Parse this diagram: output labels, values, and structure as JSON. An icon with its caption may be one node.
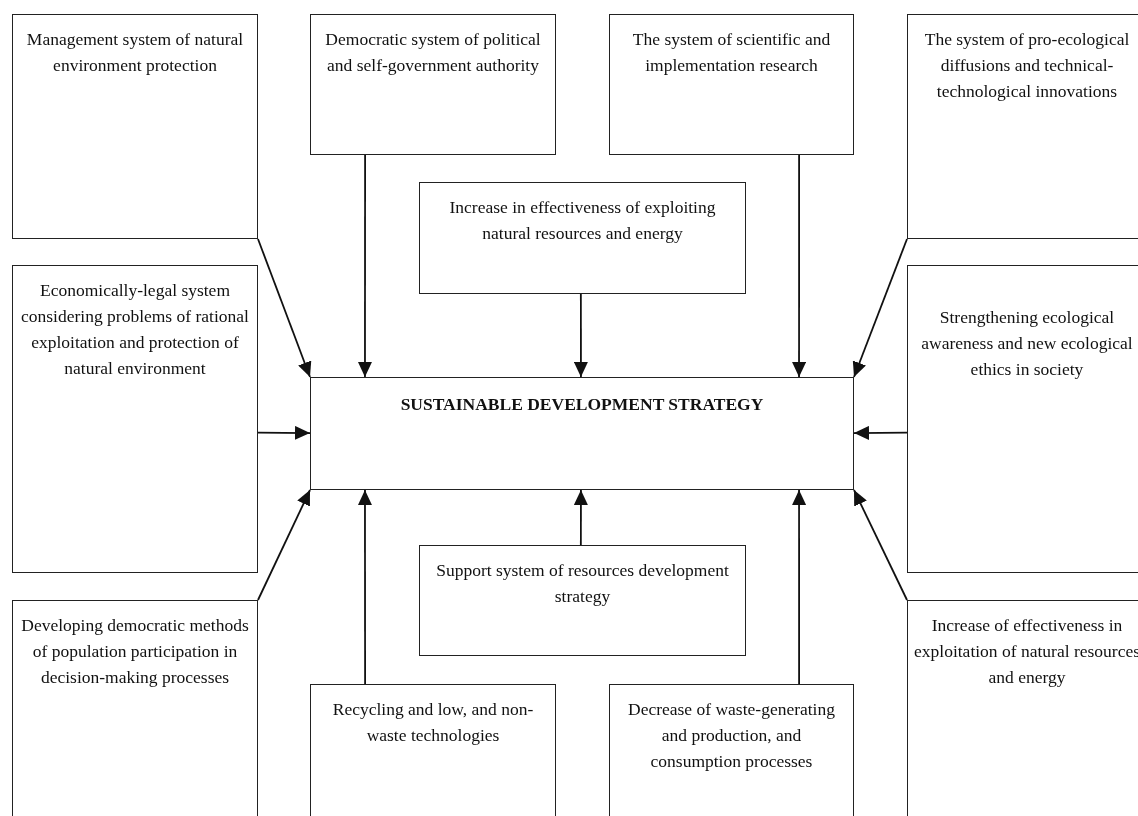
{
  "diagram": {
    "nodes": [
      {
        "text": [
          "Management system of natural environment protection"
        ]
      },
      {
        "text": [
          "Democratic system of political and self-government authority"
        ]
      },
      {
        "text": [
          "The system of scientific and implementation research"
        ]
      },
      {
        "text": [
          "The system of pro-ecological diffusions and technical-technological innovations"
        ]
      },
      {
        "text": [
          "Increase in effectiveness of exploiting natural resources and energy"
        ]
      },
      {
        "text": [
          "Economically-legal system considering problems of rational exploitation and protection of natural environment"
        ]
      },
      {
        "text": [
          "SUSTAINABLE DEVELOPMENT STRATEGY"
        ]
      },
      {
        "text": [
          "Strengthening ecological awareness and new ecological ethics in society"
        ]
      },
      {
        "text": [
          "Support system of resources development strategy"
        ]
      },
      {
        "text": [
          "Developing democratic methods of population participation in decision-making processes"
        ]
      },
      {
        "text": [
          "Recycling and low, and non-waste technologies"
        ]
      },
      {
        "text": [
          "Decrease of waste-generating and production, and consumption processes"
        ]
      },
      {
        "text": [
          "Increase of effectiveness in exploitation of natural resources and energy"
        ]
      }
    ],
    "edges": [
      {
        "from": 0,
        "to": 6,
        "arrow": "to"
      },
      {
        "from": 1,
        "to": 6,
        "arrow": "to"
      },
      {
        "from": 2,
        "to": 6,
        "arrow": "to"
      },
      {
        "from": 3,
        "to": 6,
        "arrow": "to"
      },
      {
        "from": 4,
        "to": 6,
        "arrow": "to"
      },
      {
        "from": 5,
        "to": 6,
        "arrow": "to"
      },
      {
        "from": 7,
        "to": 6,
        "arrow": "to"
      },
      {
        "from": 8,
        "to": 6,
        "arrow": "to"
      },
      {
        "from": 9,
        "to": 6,
        "arrow": "to"
      },
      {
        "from": 10,
        "to": 6,
        "arrow": "to"
      },
      {
        "from": 11,
        "to": 6,
        "arrow": "to"
      },
      {
        "from": 12,
        "to": 6,
        "arrow": "to"
      }
    ]
  }
}
